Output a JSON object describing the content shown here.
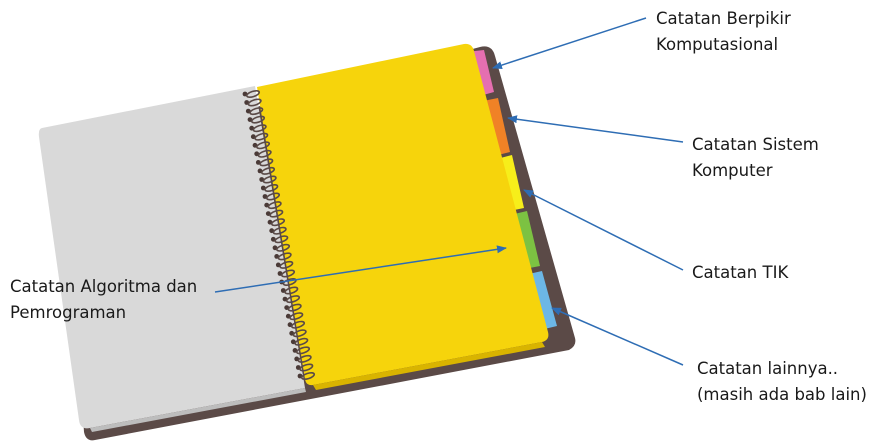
{
  "labels": {
    "berpikir": {
      "line1": "Catatan Berpikir",
      "line2": "Komputasional"
    },
    "sistem": {
      "line1": "Catatan Sistem",
      "line2": "Komputer"
    },
    "tik": {
      "line1": "Catatan TIK"
    },
    "lainnya": {
      "line1": "Catatan lainnya..",
      "line2": "(masih ada bab lain)"
    },
    "algoritma": {
      "line1": "Catatan Algoritma dan",
      "line2": "Pemrograman"
    }
  },
  "colors": {
    "cover": "#5b4a47",
    "left_page": "#d9d9d9",
    "right_page": "#f6d40c",
    "tab_pink": "#e56fb0",
    "tab_orange": "#f08226",
    "tab_yellow": "#f7ee1a",
    "tab_green": "#7cc242",
    "tab_blue": "#6cb7e6",
    "arrow": "#2e6db4"
  }
}
